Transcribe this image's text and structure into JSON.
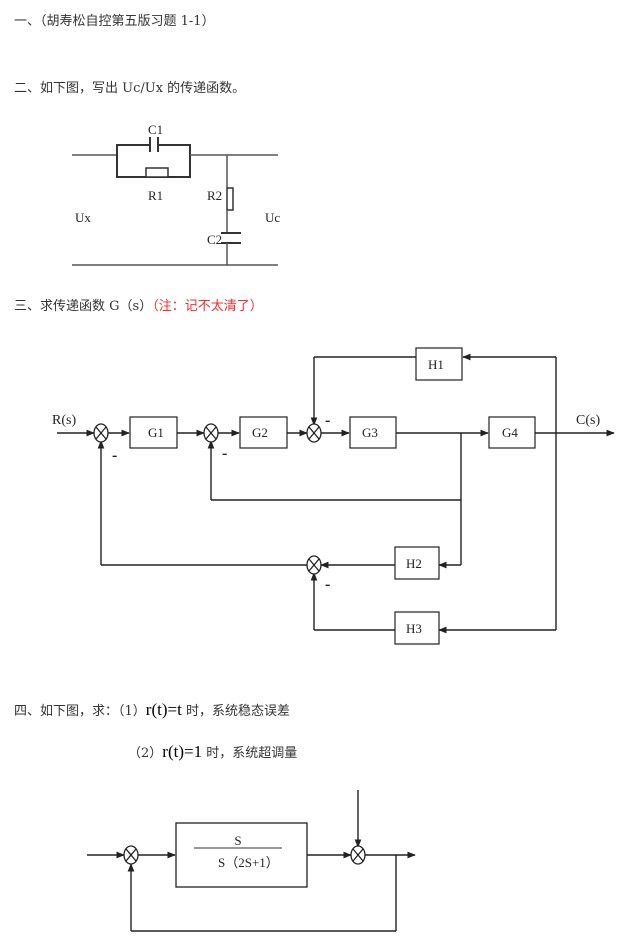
{
  "sections": {
    "s1": {
      "text": "一、（胡寿松自控第五版习题 1-1）"
    },
    "s2": {
      "text": "二、如下图，写出 Uc/Ux 的传递函数。"
    },
    "s3": {
      "text": "三、求传递函数 G（s）",
      "note": "（注：记不太清了）",
      "note_color": "#ff2a2a"
    },
    "s4": {
      "line1_prefix": "四、如下图，求：（1）",
      "line1_expr": "r(t)=t",
      "line1_suffix": " 时，系统稳态误差",
      "line2_prefix": "（2）",
      "line2_expr": "r(t)=1",
      "line2_suffix": " 时，系统超调量"
    }
  },
  "circuit": {
    "labels": {
      "c1": "C1",
      "r1": "R1",
      "r2": "R2",
      "c2": "C2",
      "input": "Ux",
      "output": "Uc"
    }
  },
  "block_diagram": {
    "input": "R(s)",
    "output": "C(s)",
    "blocks": {
      "g1": "G1",
      "g2": "G2",
      "g3": "G3",
      "g4": "G4",
      "h1": "H1",
      "h2": "H2",
      "h3": "H3"
    },
    "signs": {
      "sum1": "-",
      "sum2": "-",
      "sum3": "-",
      "sum4": "-"
    }
  },
  "unity_feedback": {
    "numerator": "S",
    "denominator": "S（2S+1）"
  }
}
